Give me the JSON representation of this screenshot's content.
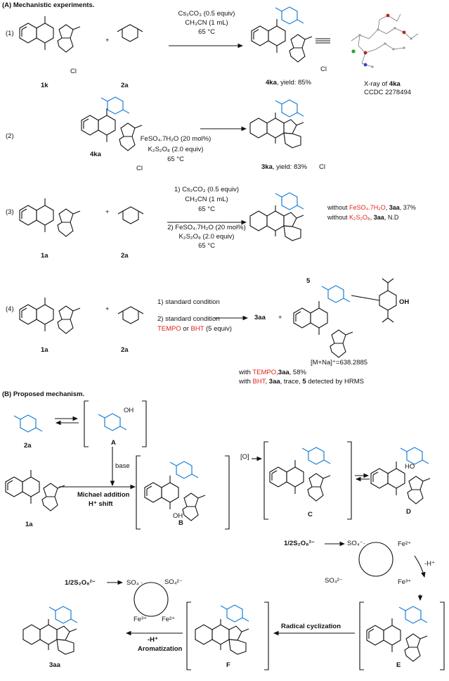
{
  "sections": {
    "a_title": "(A) Mechanistic experiments.",
    "b_title": "(B) Proposed mechanism."
  },
  "exp1": {
    "num": "(1)",
    "sm1": "1k",
    "sm2": "2a",
    "cond1": "Cs₂CO₃ (0.5 equiv)",
    "cond2": "CH₃CN (1 mL)",
    "cond3": "65 °C",
    "prod": "4ka",
    "yield": ", yield: 85%",
    "xray1": "X-ray of ",
    "xray_b": "4ka",
    "ccdc": "CCDC 2278494",
    "cl1": "Cl",
    "cl2": "Cl"
  },
  "exp2": {
    "num": "(2)",
    "sm": "4ka",
    "cond1": "FeSO₄.7H₂O (20 mol%)",
    "cond2": "K₂S₂O₈ (2.0 equiv)",
    "cond3": "65 °C",
    "prod": "3ka",
    "yield": ", yield: 83%",
    "cl1": "Cl",
    "cl2": "Cl"
  },
  "exp3": {
    "num": "(3)",
    "sm1": "1a",
    "sm2": "2a",
    "cond1": "1) Cs₂CO₃ (0.5 equiv)",
    "cond2": "CH₃CN (1 mL)",
    "cond3": "65 °C",
    "cond4": "2) FeSO₄.7H₂O (20 mol%)",
    "cond5": "K₂S₂O₈ (2.0 equiv)",
    "cond6": "65 °C",
    "note1a": "without ",
    "note1r": "FeSO₄.7H₂O",
    "note1b": ", ",
    "note1c": "3aa",
    "note1d": ", 37%",
    "note2a": "without ",
    "note2r": "K₂S₂O₈",
    "note2b": ", ",
    "note2c": "3aa",
    "note2d": ", N.D"
  },
  "exp4": {
    "num": "(4)",
    "sm1": "1a",
    "sm2": "2a",
    "cond1": "1) standard condition",
    "cond2": "2) standard condition",
    "tempo": "TEMPO",
    "or": " or ",
    "bht": "BHT",
    "equiv": " (5 equiv)",
    "prod1": "3aa",
    "plus": "+",
    "prod2": "5",
    "oh": "OH",
    "ms": "[M+Na]⁺=638.2885",
    "r1a": "with ",
    "r1r": "TEMPO",
    "r1b": ",",
    "r1c": "3aa",
    "r1d": ", 58%",
    "r2a": "with ",
    "r2r": "BHT",
    "r2b": ", ",
    "r2c": "3aa",
    "r2d": ", trace, ",
    "r2e": "5",
    "r2f": " detected by HRMS"
  },
  "mech": {
    "l2a": "2a",
    "lA": "A",
    "oh": "OH",
    "base": "base",
    "michael": "Michael addition",
    "hshift": "H⁺ shift",
    "l1a": "1a",
    "lB": "B",
    "ohB": "OH",
    "ox": "[O]",
    "lC": "C",
    "lD": "D",
    "ohD": "HO",
    "pers1": "1/2S₂O₈²⁻",
    "so4r1": "SO₄⁻·",
    "fe2a": "Fe²⁺",
    "hminus": "-H⁺",
    "so4a": "SO₄²⁻",
    "fe3a": "Fe³⁺",
    "radcyc": "Radical cyclization",
    "lE": "E",
    "lF": "F",
    "pers2": "1/2S₂O₈²⁻",
    "so4r2": "SO₄ ·",
    "so4b": "SO₄²⁻",
    "fe3b": "Fe³⁺",
    "fe2b": "Fe²⁺",
    "hminus2": "-H⁺",
    "arom": "Aromatization",
    "l3aa": "3aa"
  }
}
